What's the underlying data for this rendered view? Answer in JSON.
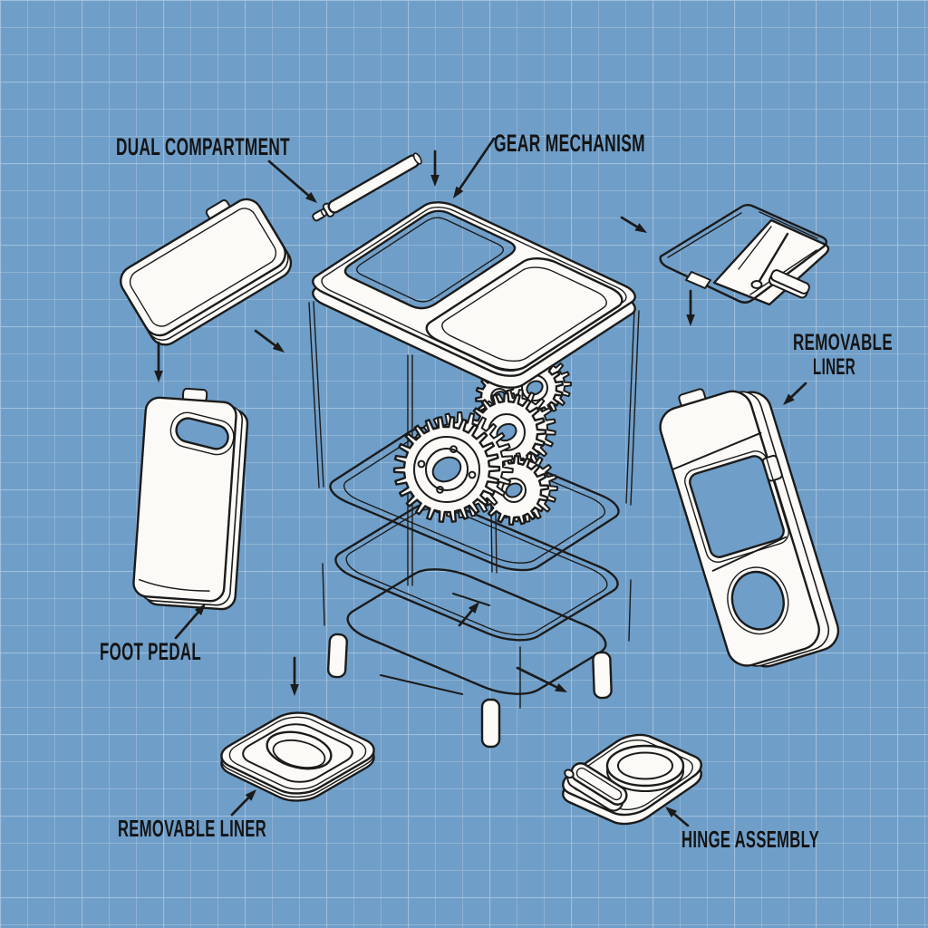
{
  "title": "Exploded blueprint diagram of a dual-compartment pedal bin",
  "colors": {
    "background": "#6F9EC8",
    "grid_line": "#FFFFFF",
    "line_art": "#1B1B1B",
    "part_fill": "#FBFAF7",
    "label_text": "#141414"
  },
  "callouts": {
    "dual_compartment": "DUAL COMPARTMENT",
    "gear_mechanism": "GEAR MECHANISM",
    "removable_liner_right_line1": "REMOVABLE",
    "removable_liner_right_line2": "LINER",
    "foot_pedal": "FOOT PEDAL",
    "removable_liner_bottom": "REMOVABLE LINER",
    "hinge_assembly": "HINGE ASSEMBLY"
  },
  "parts": [
    {
      "id": "lid-flap-part",
      "name": "lid flap panel"
    },
    {
      "id": "push-rod-part",
      "name": "push rod with pin"
    },
    {
      "id": "dual-compartment-lid",
      "name": "dual compartment lid (one open slot, one closed flap)"
    },
    {
      "id": "gear-mechanism-part",
      "name": "gear cluster (5 gears)"
    },
    {
      "id": "bin-body-wireframe",
      "name": "transparent bin body"
    },
    {
      "id": "divider-frame-part",
      "name": "internal divider wire frame"
    },
    {
      "id": "inner-bucket-part",
      "name": "lower bucket with legs"
    },
    {
      "id": "lid-frame-part",
      "name": "wire lid frame with rod"
    },
    {
      "id": "removable-liner-panel-part",
      "name": "removable liner panel (window and round port)"
    },
    {
      "id": "foot-pedal-part",
      "name": "foot pedal panel with handle slot"
    },
    {
      "id": "removable-liner-base-part",
      "name": "removable liner base plate"
    },
    {
      "id": "hinge-assembly-part",
      "name": "hinge assembly tray with disc and pin bar"
    }
  ]
}
